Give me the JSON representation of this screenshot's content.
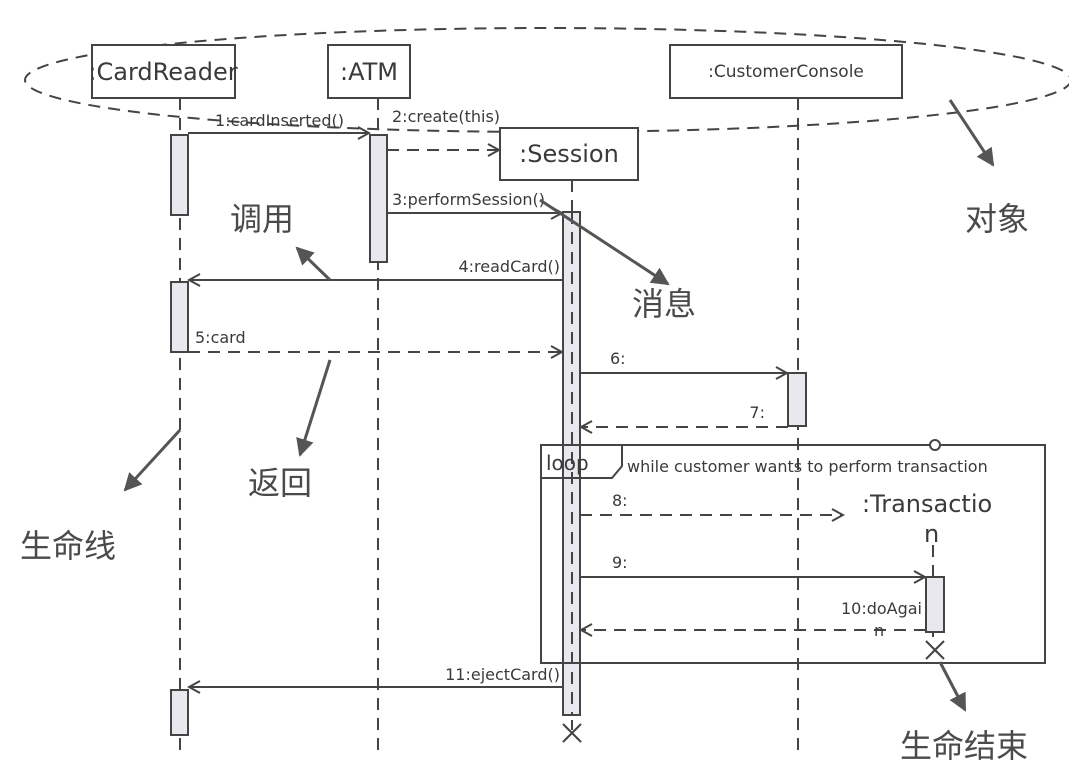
{
  "objects": {
    "card_reader": ":CardReader",
    "atm": ":ATM",
    "customer_console": ":CustomerConsole",
    "session": ":Session",
    "transaction_line1": ":Transactio",
    "transaction_line2": "n"
  },
  "messages": {
    "m1": "1:cardInserted()",
    "m2": "2:create(this)",
    "m3": "3:performSession()",
    "m4": "4:readCard()",
    "m5": "5:card",
    "m6": "6:",
    "m7": "7:",
    "m8": "8:",
    "m9": "9:",
    "m10_line1": "10:doAgai",
    "m10_line2": "n",
    "m11": "11:ejectCard()"
  },
  "loop": {
    "tag": "loop",
    "condition": "while customer wants to perform transaction"
  },
  "annotations": {
    "object": "对象",
    "call": "调用",
    "message": "消息",
    "return": "返回",
    "lifeline": "生命线",
    "end_of_life": "生命结束"
  }
}
